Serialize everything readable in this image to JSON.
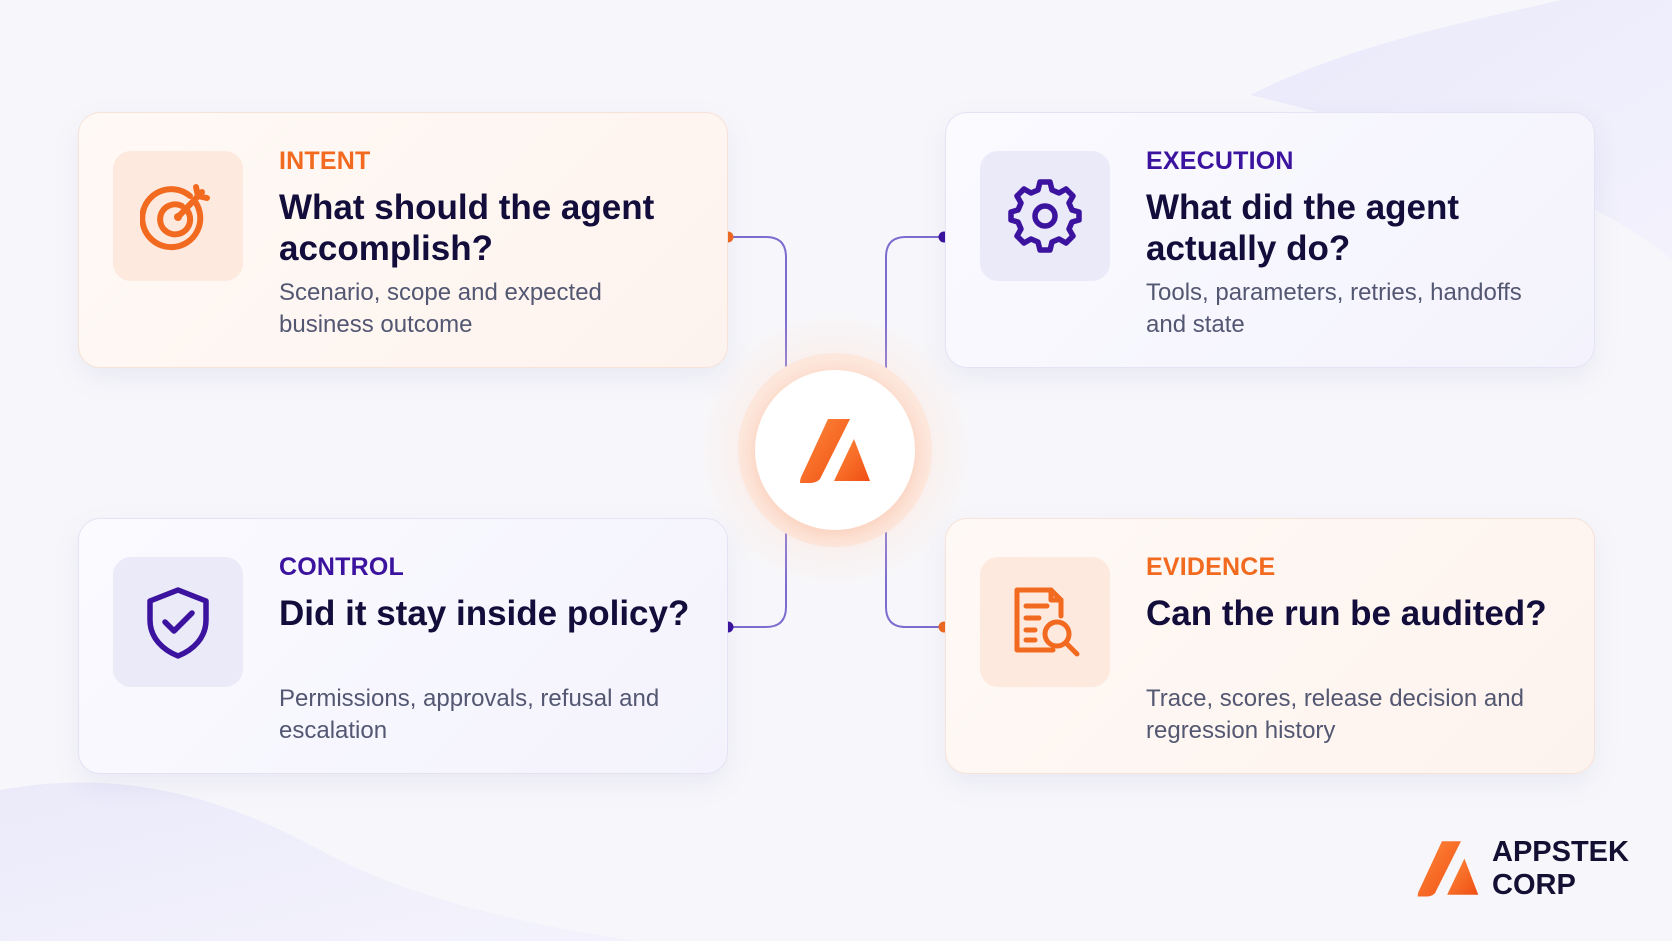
{
  "colors": {
    "accent_orange": "#f26a1f",
    "accent_violet": "#3b139e",
    "heading": "#120d3a",
    "body_text": "#535772"
  },
  "cards": [
    {
      "key": "intent",
      "tag": "INTENT",
      "title": "What should the agent accomplish?",
      "description": "Scenario, scope and expected business outcome",
      "icon": "target-icon",
      "accent": "orange"
    },
    {
      "key": "execution",
      "tag": "EXECUTION",
      "title": "What did the agent actually do?",
      "description": "Tools, parameters, retries, handoffs and state",
      "icon": "gear-icon",
      "accent": "violet"
    },
    {
      "key": "control",
      "tag": "CONTROL",
      "title": "Did it stay inside policy?",
      "description": "Permissions, approvals, refusal and escalation",
      "icon": "shield-check-icon",
      "accent": "violet"
    },
    {
      "key": "evidence",
      "tag": "EVIDENCE",
      "title": "Can the run be audited?",
      "description": "Trace, scores, release decision and regression history",
      "icon": "document-search-icon",
      "accent": "orange"
    }
  ],
  "hub": {
    "icon": "brand-logo-icon"
  },
  "brand": {
    "name": "APPSTEK\nCORP",
    "logo": "brand-logo-icon"
  }
}
